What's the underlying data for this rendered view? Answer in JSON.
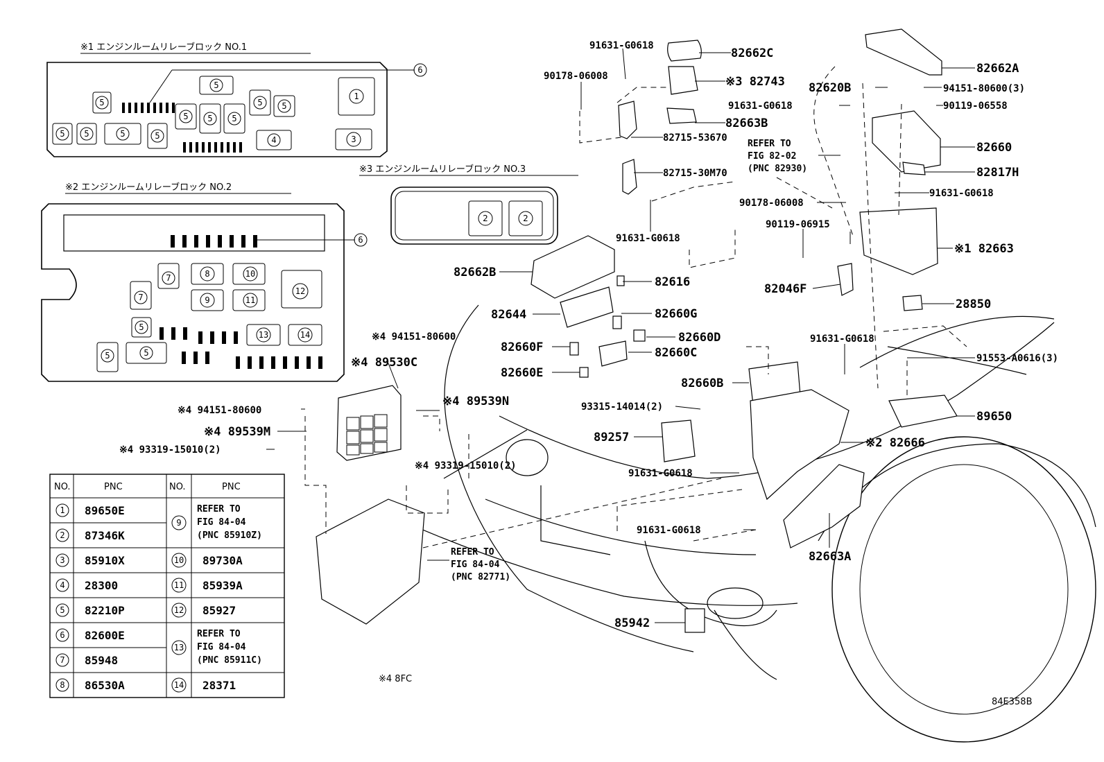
{
  "relay_blocks": {
    "block1_title": "※1  エンジンルームリレーブロック NO.1",
    "block2_title": "※2  エンジンルームリレーブロック NO.2",
    "block3_title": "※3  エンジンルームリレーブロック NO.3"
  },
  "callouts": {
    "c1": "1",
    "c2": "2",
    "c3": "3",
    "c4": "4",
    "c5": "5",
    "c6": "6",
    "c7": "7",
    "c8": "8",
    "c9": "9",
    "c10": "10",
    "c11": "11",
    "c12": "12",
    "c13": "13",
    "c14": "14"
  },
  "labels": {
    "p91631_g0618": "91631-G0618",
    "p90178_06008": "90178-06008",
    "p82662c": "82662C",
    "p82743": "※3 82743",
    "p82663b": "82663B",
    "p82715_53670": "82715-53670",
    "p82715_30m70": "82715-30M70",
    "p82662a": "82662A",
    "p82620b": "82620B",
    "p94151_80600_3": "94151-80600(3)",
    "p90119_06558": "90119-06558",
    "p82660": "82660",
    "refer_82_02_a": "REFER TO",
    "refer_82_02_b": "FIG 82-02",
    "refer_82_02_c": "(PNC 82930)",
    "p82817h": "82817H",
    "p90119_06915": "90119-06915",
    "p82663_x1": "※1 82663",
    "p82046f": "82046F",
    "p28850": "28850",
    "p91553_a0616": "91553-A0616(3)",
    "p89650": "89650",
    "p82662b": "82662B",
    "p82616": "82616",
    "p82644": "82644",
    "p82660g": "82660G",
    "p82660d": "82660D",
    "p82660f": "82660F",
    "p82660c": "82660C",
    "p82660e": "82660E",
    "p82660b": "82660B",
    "p93315_14014": "93315-14014(2)",
    "p89257": "89257",
    "p82666": "※2 82666",
    "p82663a": "82663A",
    "p85942": "85942",
    "x4_94151_top": "※4 94151-80600",
    "x4_89530c": "※4 89530C",
    "x4_94151_left": "※4 94151-80600",
    "x4_89539m": "※4 89539M",
    "x4_93319_left": "※4 93319-15010(2)",
    "x4_89539n": "※4 89539N",
    "x4_93319_mid": "※4 93319-15010(2)",
    "refer_84_04_a": "REFER TO",
    "refer_84_04_b": "FIG 84-04",
    "refer_84_04_c": "(PNC 82771)",
    "note_x4": "※4 8FC",
    "fig_code": "84E358B"
  },
  "table": {
    "col_no": "NO.",
    "col_pnc": "PNC",
    "rows_left": [
      {
        "no": "1",
        "pnc": "89650E"
      },
      {
        "no": "2",
        "pnc": "87346K"
      },
      {
        "no": "3",
        "pnc": "85910X"
      },
      {
        "no": "4",
        "pnc": "28300"
      },
      {
        "no": "5",
        "pnc": "82210P"
      },
      {
        "no": "6",
        "pnc": "82600E"
      },
      {
        "no": "7",
        "pnc": "85948"
      },
      {
        "no": "8",
        "pnc": "86530A"
      }
    ],
    "rows_right": [
      {
        "no": "9",
        "l1": "REFER TO",
        "l2": "FIG 84-04",
        "l3": "(PNC 85910Z)"
      },
      {
        "no": "10",
        "pnc": "89730A"
      },
      {
        "no": "11",
        "pnc": "85939A"
      },
      {
        "no": "12",
        "pnc": "85927"
      },
      {
        "no": "13",
        "l1": "REFER TO",
        "l2": "FIG 84-04",
        "l3": "(PNC 85911C)"
      },
      {
        "no": "14",
        "pnc": "28371"
      }
    ]
  }
}
